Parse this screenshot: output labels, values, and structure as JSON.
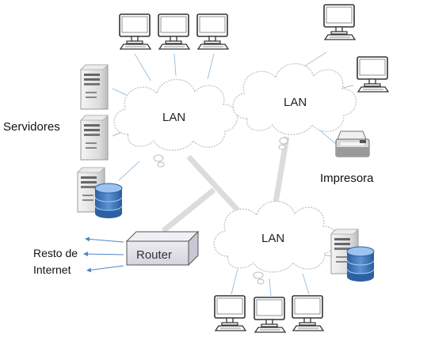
{
  "clouds": [
    {
      "label": "LAN"
    },
    {
      "label": "LAN"
    },
    {
      "label": "LAN"
    }
  ],
  "labels": {
    "servers": "Servidores",
    "printer": "Impresora",
    "router": "Router",
    "internet_line1": "Resto de",
    "internet_line2": "Internet"
  },
  "icons": [
    "computer-icon",
    "server-icon",
    "database-server-icon",
    "printer-icon",
    "router-icon",
    "cloud-icon"
  ],
  "colors": {
    "link": "#dcdcdc",
    "cloud_stroke": "#c6c6c6",
    "leader_line": "#9fc3df",
    "arrow": "#4f86c6",
    "db_blue": "#3a72b8",
    "router_fill": "#e4e4ee"
  }
}
